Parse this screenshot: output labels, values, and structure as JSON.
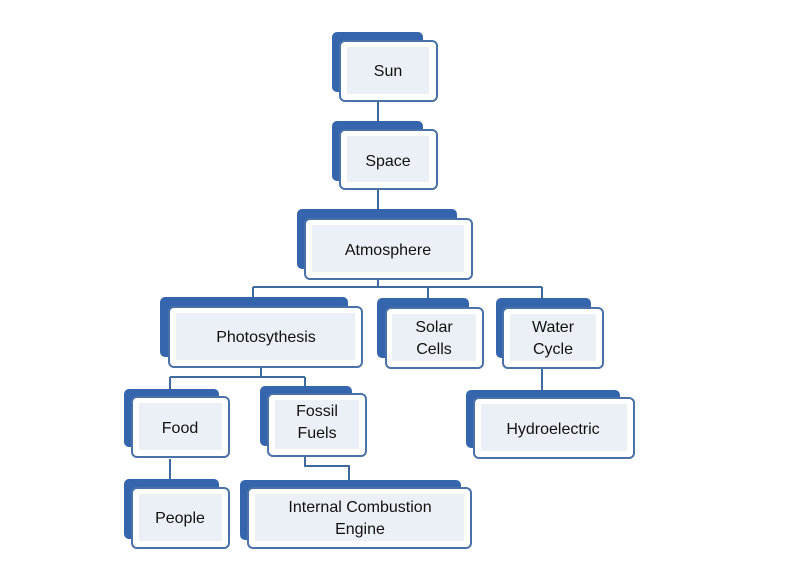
{
  "diagram": {
    "nodes": {
      "sun": {
        "label": "Sun"
      },
      "space": {
        "label": "Space"
      },
      "atmosphere": {
        "label": "Atmosphere"
      },
      "photosynthesis": {
        "label": "Photosythesis"
      },
      "solar_cells": {
        "label_line1": "Solar",
        "label_line2": "Cells"
      },
      "water_cycle": {
        "label_line1": "Water",
        "label_line2": "Cycle"
      },
      "food": {
        "label": "Food"
      },
      "fossil_fuels": {
        "label_line1": "Fossil",
        "label_line2": "Fuels"
      },
      "hydroelectric": {
        "label": "Hydroelectric"
      },
      "people": {
        "label": "People"
      },
      "internal_combustion_engine": {
        "label_line1": "Internal Combustion",
        "label_line2": "Engine"
      }
    },
    "colors": {
      "shadow": "#3566ad",
      "border": "#4a72a8",
      "inner_fill": "#eaf0f6",
      "connector": "#3e6a9c"
    }
  }
}
